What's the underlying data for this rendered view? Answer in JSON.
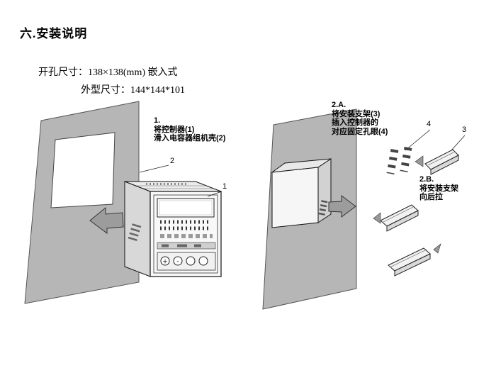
{
  "page": {
    "title": "六.安装说明",
    "dimensions": {
      "line1": "开孔尺寸：138×138(mm) 嵌入式",
      "line2": "外型尺寸：144*144*101"
    }
  },
  "step1": {
    "number": "1.",
    "line1": "将控制器(1)",
    "line2": "滑入电容器组机壳(2)",
    "callout_panel": "2",
    "callout_device": "1"
  },
  "step2a": {
    "number": "2.A.",
    "line1": "将安装支架(3)",
    "line2": "插入控制器的",
    "line3": "对应固定孔眼(4)",
    "callout_holes": "4",
    "callout_bracket": "3"
  },
  "step2b": {
    "number": "2.B.",
    "line1": "将安装支架",
    "line2": "向后拉"
  },
  "device": {
    "plus_button": "+",
    "minus_button": "-"
  }
}
